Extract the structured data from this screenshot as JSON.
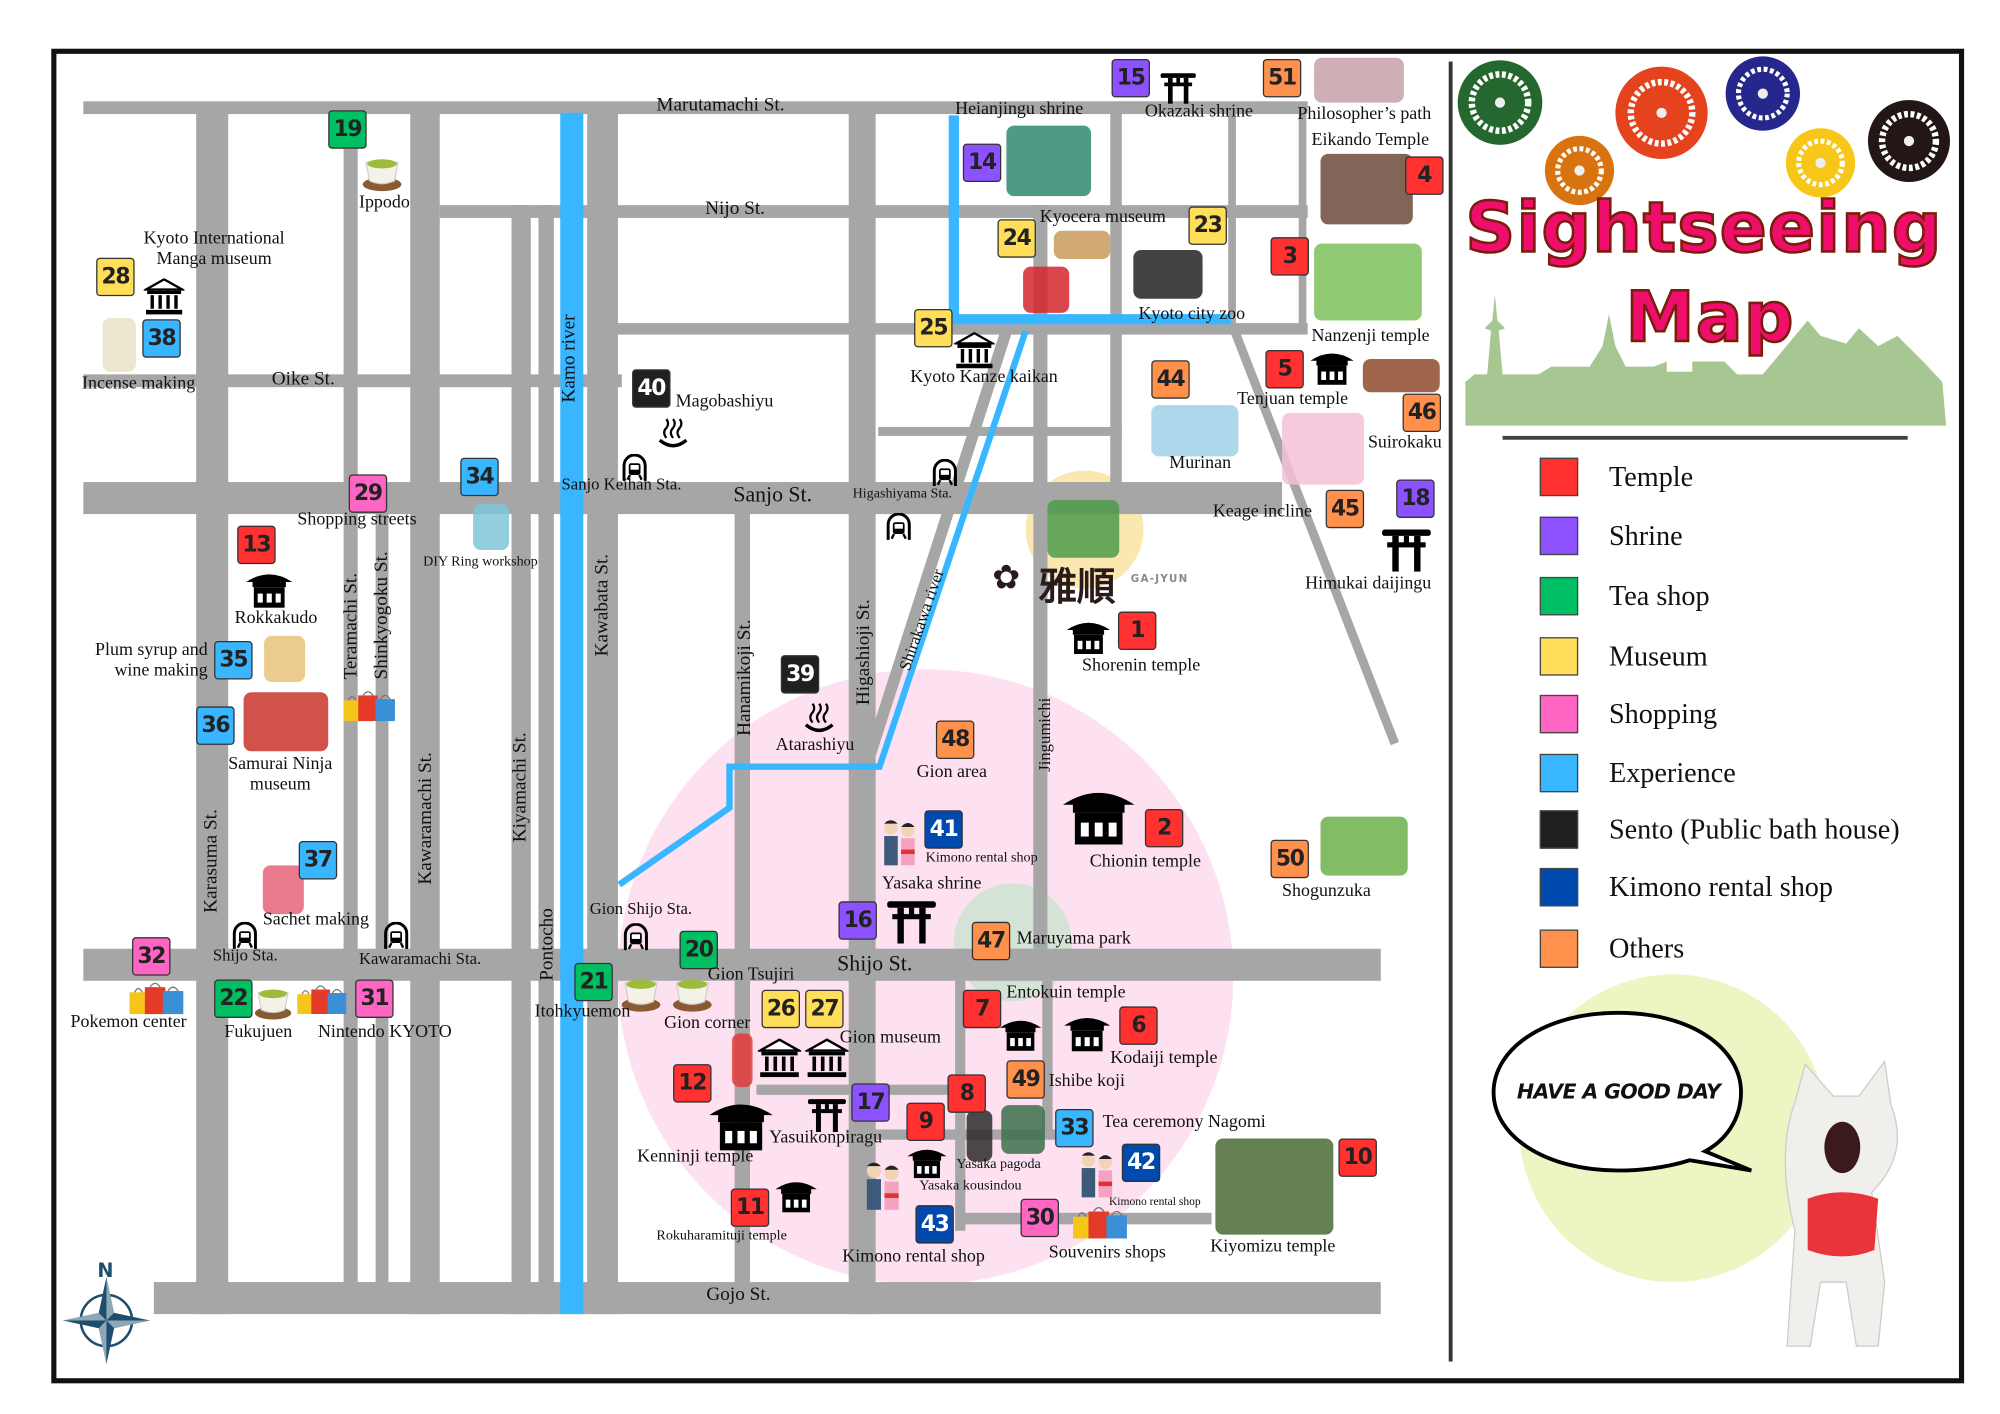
{
  "title": {
    "line1": "Sightseeing",
    "line2": "Map"
  },
  "legend": [
    {
      "key": "temple",
      "label": "Temple",
      "color": "#ff3131"
    },
    {
      "key": "shrine",
      "label": "Shrine",
      "color": "#8c52ff"
    },
    {
      "key": "tea",
      "label": "Tea shop",
      "color": "#00bf63"
    },
    {
      "key": "museum",
      "label": "Museum",
      "color": "#ffde59"
    },
    {
      "key": "shopping",
      "label": "Shopping",
      "color": "#ff66c4"
    },
    {
      "key": "experience",
      "label": "Experience",
      "color": "#38b6ff"
    },
    {
      "key": "sento",
      "label": "Sento (Public bath house)",
      "color": "#1f2121"
    },
    {
      "key": "kimono",
      "label": "Kimono rental shop",
      "color": "#004aad"
    },
    {
      "key": "others",
      "label": "Others",
      "color": "#ff914d"
    }
  ],
  "places": [
    {
      "num": "1",
      "cat": "temple",
      "label": "Shorenin temple"
    },
    {
      "num": "2",
      "cat": "temple",
      "label": "Chionin temple"
    },
    {
      "num": "3",
      "cat": "temple",
      "label": "Nanzenji temple"
    },
    {
      "num": "4",
      "cat": "temple",
      "label": "Eikando Temple"
    },
    {
      "num": "5",
      "cat": "temple",
      "label": "Tenjuan temple"
    },
    {
      "num": "6",
      "cat": "temple",
      "label": "Kodaiji temple"
    },
    {
      "num": "7",
      "cat": "temple",
      "label": "Entokuin temple"
    },
    {
      "num": "8",
      "cat": "temple",
      "label": "Yasaka pagoda"
    },
    {
      "num": "9",
      "cat": "temple",
      "label": "Yasaka kousindou"
    },
    {
      "num": "10",
      "cat": "temple",
      "label": "Kiyomizu temple"
    },
    {
      "num": "11",
      "cat": "temple",
      "label": "Rokuharamituji temple"
    },
    {
      "num": "12",
      "cat": "temple",
      "label": "Kenninji temple"
    },
    {
      "num": "13",
      "cat": "temple",
      "label": "Rokkakudo"
    },
    {
      "num": "14",
      "cat": "shrine",
      "label": "Heianjingu shrine"
    },
    {
      "num": "15",
      "cat": "shrine",
      "label": "Okazaki shrine"
    },
    {
      "num": "16",
      "cat": "shrine",
      "label": "Yasaka shrine"
    },
    {
      "num": "17",
      "cat": "shrine",
      "label": "Yasuikonpiragu"
    },
    {
      "num": "18",
      "cat": "shrine",
      "label": "Himukai daijingu"
    },
    {
      "num": "19",
      "cat": "tea",
      "label": "Ippodo"
    },
    {
      "num": "20",
      "cat": "tea",
      "label": "Gion Tsujiri"
    },
    {
      "num": "21",
      "cat": "tea",
      "label": "Itohkyuemon"
    },
    {
      "num": "22",
      "cat": "tea",
      "label": "Fukujuen"
    },
    {
      "num": "23",
      "cat": "museum",
      "label": "Kyoto city zoo"
    },
    {
      "num": "24",
      "cat": "museum",
      "label": "Kyocera museum"
    },
    {
      "num": "25",
      "cat": "museum",
      "label": "Kyoto Kanze kaikan"
    },
    {
      "num": "26",
      "cat": "museum",
      "label": "Gion corner"
    },
    {
      "num": "27",
      "cat": "museum",
      "label": "Gion museum"
    },
    {
      "num": "28",
      "cat": "museum",
      "label": "Kyoto International\nManga museum"
    },
    {
      "num": "29",
      "cat": "shopping",
      "label": "Shopping streets"
    },
    {
      "num": "30",
      "cat": "shopping",
      "label": "Souvenirs shops"
    },
    {
      "num": "31",
      "cat": "shopping",
      "label": "Nintendo KYOTO"
    },
    {
      "num": "32",
      "cat": "shopping",
      "label": "Pokemon center"
    },
    {
      "num": "33",
      "cat": "experience",
      "label": "Tea ceremony Nagomi"
    },
    {
      "num": "34",
      "cat": "experience",
      "label": "DIY Ring workshop"
    },
    {
      "num": "35",
      "cat": "experience",
      "label": "Plum syrup and\nwine making"
    },
    {
      "num": "36",
      "cat": "experience",
      "label": "Samurai Ninja\nmuseum"
    },
    {
      "num": "37",
      "cat": "experience",
      "label": "Sachet making"
    },
    {
      "num": "38",
      "cat": "experience",
      "label": "Incense making"
    },
    {
      "num": "39",
      "cat": "sento",
      "label": "Atarashiyu"
    },
    {
      "num": "40",
      "cat": "sento",
      "label": "Magobashiyu"
    },
    {
      "num": "41",
      "cat": "kimono",
      "label": "Kimono rental shop"
    },
    {
      "num": "42",
      "cat": "kimono",
      "label": "Kimono rental shop"
    },
    {
      "num": "43",
      "cat": "kimono",
      "label": "Kimono rental shop"
    },
    {
      "num": "44",
      "cat": "others",
      "label": "Murinan"
    },
    {
      "num": "45",
      "cat": "others",
      "label": "Keage incline"
    },
    {
      "num": "46",
      "cat": "others",
      "label": "Suirokaku"
    },
    {
      "num": "47",
      "cat": "others",
      "label": "Maruyama park"
    },
    {
      "num": "48",
      "cat": "others",
      "label": "Gion area"
    },
    {
      "num": "49",
      "cat": "others",
      "label": "Ishibe koji"
    },
    {
      "num": "50",
      "cat": "others",
      "label": "Shogunzuka"
    },
    {
      "num": "51",
      "cat": "others",
      "label": "Philosopher’s path"
    }
  ],
  "streets": {
    "marutamachi": "Marutamachi St.",
    "nijo": "Nijo St.",
    "oike": "Oike St.",
    "sanjo": "Sanjo St.",
    "shijo": "Shijo St.",
    "gojo": "Gojo St.",
    "karasuma": "Karasuma St.",
    "teramachi": "Teramachi St.",
    "shinkyogoku": "Shinkyogoku St.",
    "kawaramachi": "Kawaramachi St.",
    "kiyamachi": "Kiyamachi St.",
    "pontocho": "Pontocho",
    "kamo": "Kamo river",
    "kawabata": "Kawabata St.",
    "hanamikoji": "Hanamikoji St.",
    "higashioji": "Higashioji St.",
    "shirakawa": "Shirakawa river",
    "jingumichi": "Jingumichi"
  },
  "stations": {
    "sanjo_keihan": "Sanjo Keihan Sta.",
    "higashiyama": "Higashiyama Sta.",
    "gion_shijo": "Gion Shijo Sta.",
    "shijo": "Shijo Sta.",
    "kawaramachi": "Kawaramachi Sta."
  },
  "logo": {
    "kanji": "雅順",
    "roman": "GA-JYUN"
  },
  "greeting": "HAVE A GOOD DAY",
  "compass": "N"
}
